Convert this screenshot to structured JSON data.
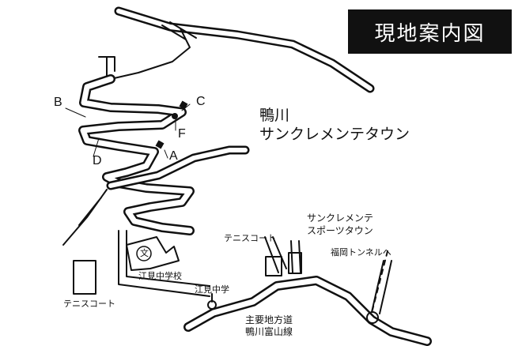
{
  "title": "現地案内図",
  "destination": {
    "line1": "鴨川",
    "line2": "サンクレメンテタウン"
  },
  "points": {
    "a": "A",
    "b": "B",
    "c": "C",
    "d": "D",
    "f": "F"
  },
  "landmarks": {
    "sports_town_line1": "サンクレメンテ",
    "sports_town_line2": "スポーツタウン",
    "tennis_court_east": "テニスコート",
    "tennis_court_west": "テニスコート",
    "tunnel": "福岡トンネルへ",
    "school": "江見中学校",
    "school_symbol": "文",
    "school_stop": "江見中学"
  },
  "road": {
    "line1": "主要地方道",
    "line2": "鴨川富山線"
  }
}
